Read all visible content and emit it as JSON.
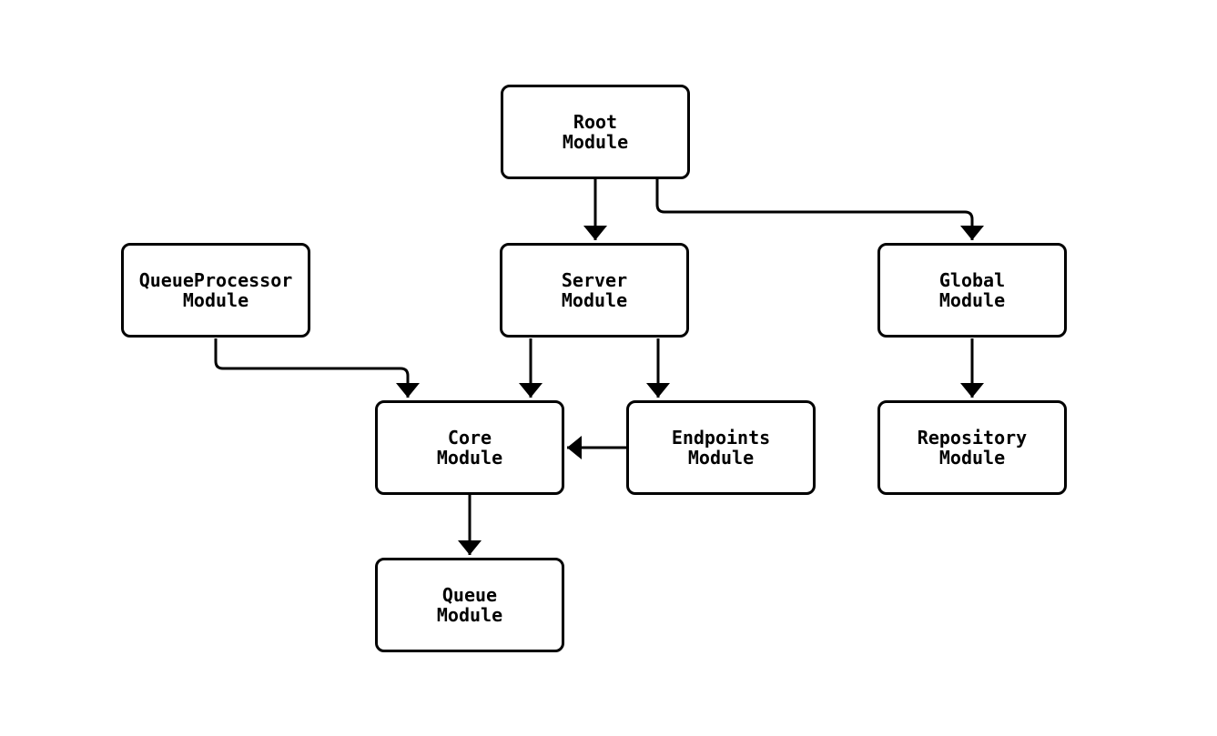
{
  "diagram": {
    "type": "flowchart",
    "nodes": [
      {
        "id": "root",
        "line1": "Root",
        "line2": "Module"
      },
      {
        "id": "server",
        "line1": "Server",
        "line2": "Module"
      },
      {
        "id": "global",
        "line1": "Global",
        "line2": "Module"
      },
      {
        "id": "queueprocessor",
        "line1": "QueueProcessor",
        "line2": "Module"
      },
      {
        "id": "core",
        "line1": "Core",
        "line2": "Module"
      },
      {
        "id": "endpoints",
        "line1": "Endpoints",
        "line2": "Module"
      },
      {
        "id": "repository",
        "line1": "Repository",
        "line2": "Module"
      },
      {
        "id": "queue",
        "line1": "Queue",
        "line2": "Module"
      }
    ],
    "edges": [
      {
        "from": "root",
        "to": "server"
      },
      {
        "from": "root",
        "to": "global"
      },
      {
        "from": "queueprocessor",
        "to": "core"
      },
      {
        "from": "server",
        "to": "core"
      },
      {
        "from": "server",
        "to": "endpoints"
      },
      {
        "from": "endpoints",
        "to": "core"
      },
      {
        "from": "global",
        "to": "repository"
      },
      {
        "from": "core",
        "to": "queue"
      }
    ],
    "colors": {
      "background": "#ffffff",
      "node_fill": "#ffffff",
      "node_border": "#000000",
      "edge": "#000000",
      "text": "#000000"
    }
  }
}
